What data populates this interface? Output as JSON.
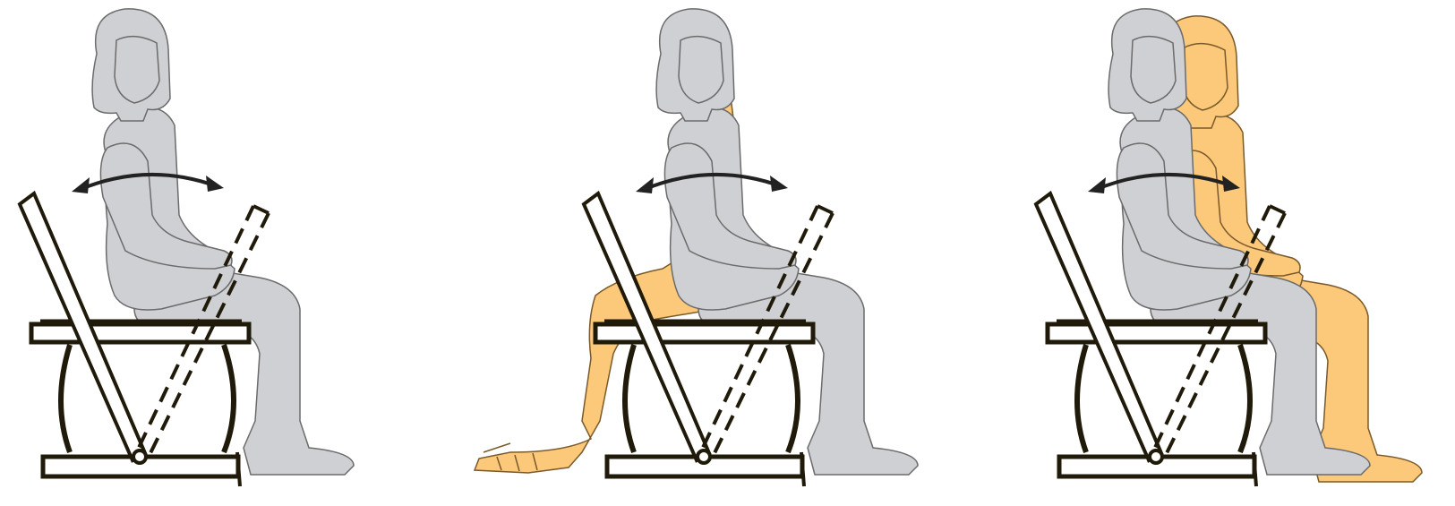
{
  "colors": {
    "figure_gray": "#cfd0d3",
    "figure_outline": "#6b6b6b",
    "ghost_orange": "#fcc87a",
    "ghost_outline": "#7a5a2a",
    "frame_dark": "#1f1a0a",
    "frame_fill": "#ffffff",
    "arrow": "#222222"
  },
  "panels": [
    {
      "id": "panel-1",
      "ghost_position": "none"
    },
    {
      "id": "panel-2",
      "ghost_position": "leaning-back-legs-forward"
    },
    {
      "id": "panel-3",
      "ghost_position": "shifted-forward-upright"
    }
  ]
}
